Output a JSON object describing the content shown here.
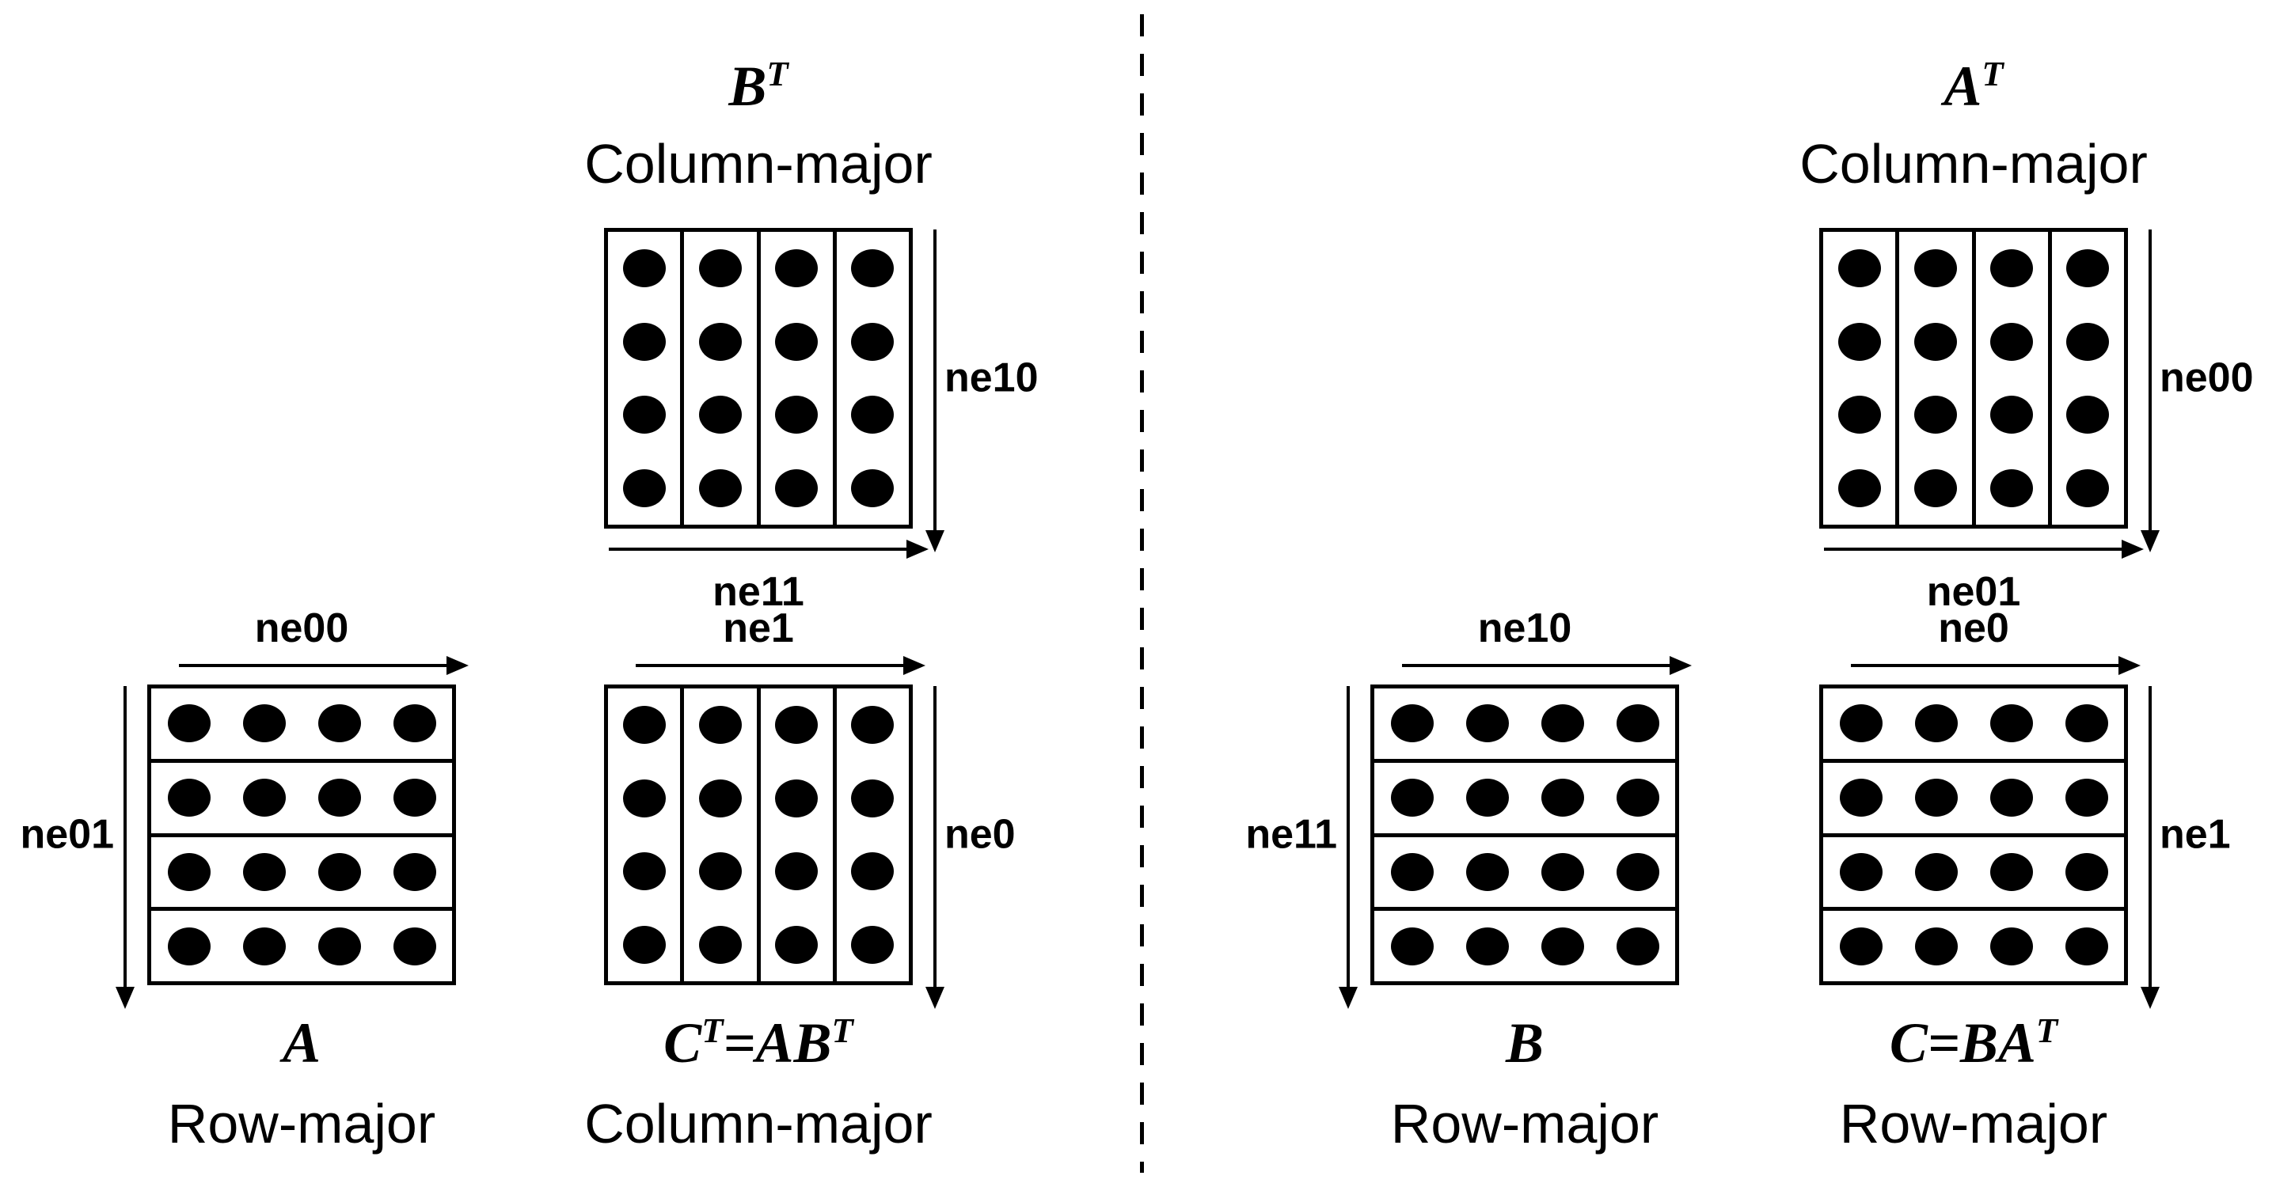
{
  "grid": {
    "rows": 4,
    "cols": 4
  },
  "colors": {
    "ink": "#000000",
    "paper": "#ffffff"
  },
  "left": {
    "operand_top": {
      "name": [
        {
          "t": "B"
        },
        {
          "t": "T",
          "sup": true
        }
      ],
      "storage": "Column-major",
      "h_label": "ne11",
      "v_label": "ne10"
    },
    "operand_bottom": {
      "name": [
        {
          "t": "A"
        }
      ],
      "storage": "Row-major",
      "h_label": "ne00",
      "v_label": "ne01"
    },
    "result": {
      "name": [
        {
          "t": "C"
        },
        {
          "t": "T",
          "sup": true
        },
        {
          "t": "=AB"
        },
        {
          "t": "T",
          "sup": true
        }
      ],
      "storage": "Column-major",
      "h_label": "ne1",
      "v_label": "ne0"
    }
  },
  "right": {
    "operand_top": {
      "name": [
        {
          "t": "A"
        },
        {
          "t": "T",
          "sup": true
        }
      ],
      "storage": "Column-major",
      "h_label": "ne01",
      "v_label": "ne00"
    },
    "operand_bottom": {
      "name": [
        {
          "t": "B"
        }
      ],
      "storage": "Row-major",
      "h_label": "ne10",
      "v_label": "ne11"
    },
    "result": {
      "name": [
        {
          "t": "C"
        },
        {
          "t": "=BA"
        },
        {
          "t": "T",
          "sup": true
        }
      ],
      "storage": "Row-major",
      "h_label": "ne0",
      "v_label": "ne1"
    }
  }
}
